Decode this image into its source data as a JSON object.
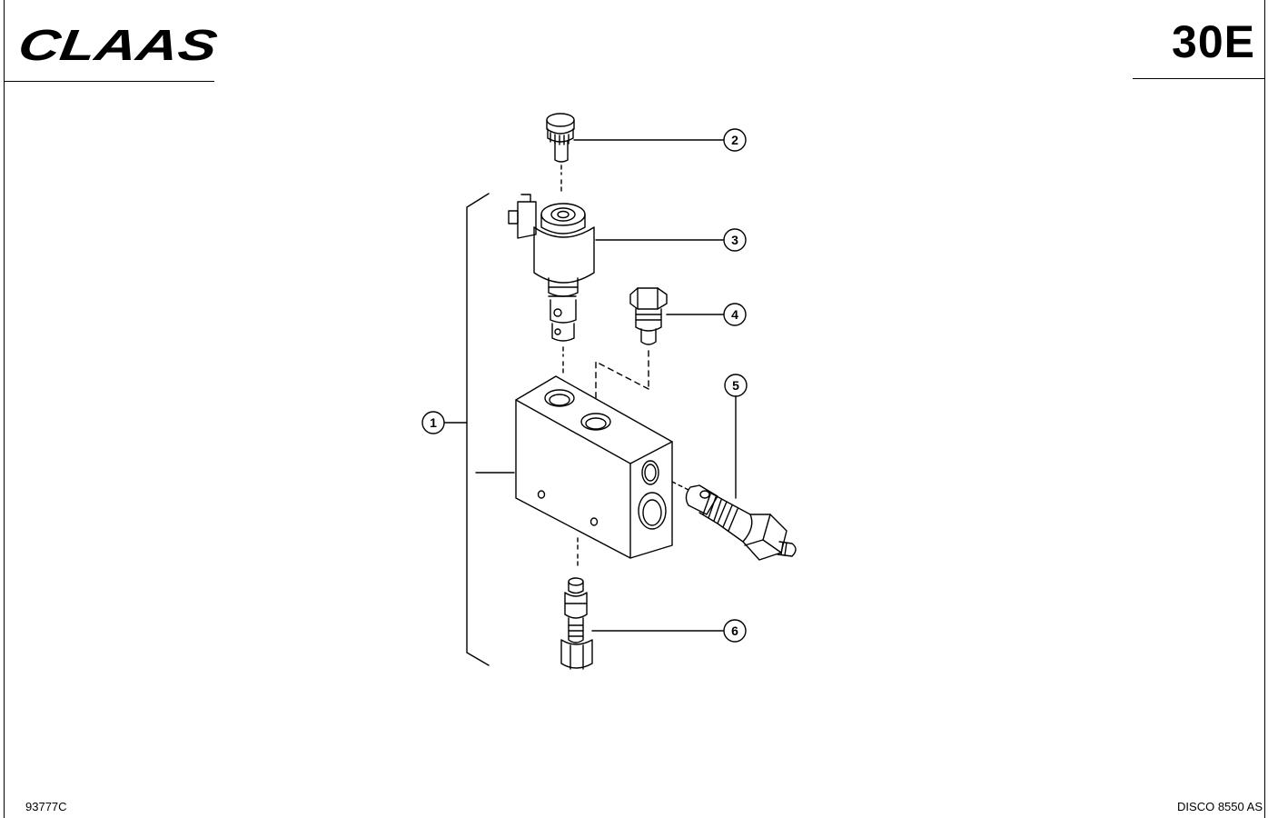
{
  "header": {
    "brand_logo_text": "CLAAS",
    "section_code": "30E"
  },
  "diagram": {
    "callouts": [
      "1",
      "2",
      "3",
      "4",
      "5",
      "6"
    ]
  },
  "footer": {
    "drawing_number": "93777C",
    "model": "DISCO 8550 AS"
  }
}
